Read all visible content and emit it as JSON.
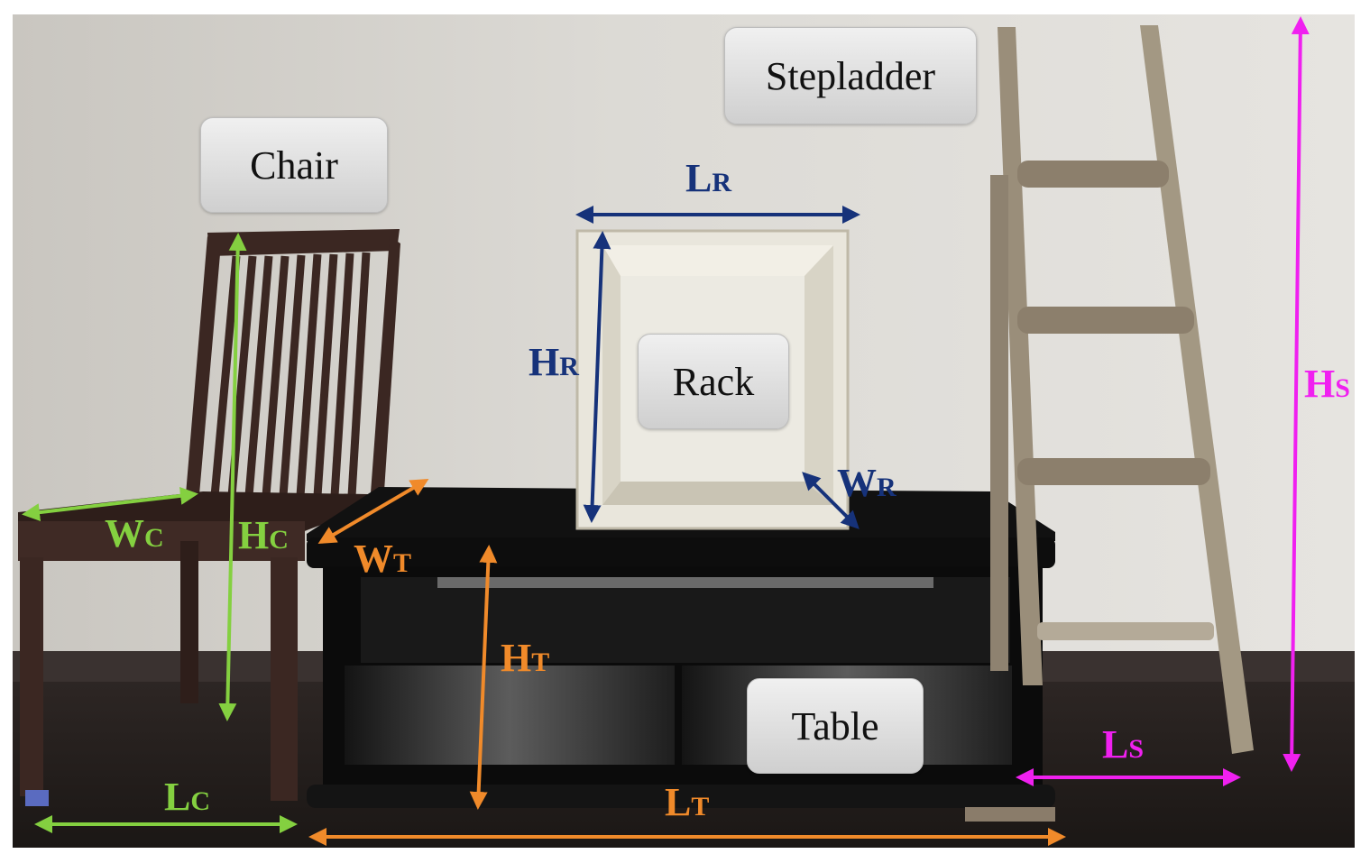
{
  "objects": {
    "chair": "Chair",
    "stepladder": "Stepladder",
    "rack": "Rack",
    "table": "Table"
  },
  "dimensions": {
    "chair": {
      "width": {
        "main": "W",
        "sub": "C"
      },
      "height": {
        "main": "H",
        "sub": "C"
      },
      "length": {
        "main": "L",
        "sub": "C"
      }
    },
    "table": {
      "width": {
        "main": "W",
        "sub": "T"
      },
      "height": {
        "main": "H",
        "sub": "T"
      },
      "length": {
        "main": "L",
        "sub": "T"
      }
    },
    "rack": {
      "width": {
        "main": "W",
        "sub": "R"
      },
      "height": {
        "main": "H",
        "sub": "R"
      },
      "length": {
        "main": "L",
        "sub": "R"
      }
    },
    "stepladder": {
      "height": {
        "main": "H",
        "sub": "S"
      },
      "length": {
        "main": "L",
        "sub": "S"
      }
    }
  },
  "colors": {
    "chair": "#84d040",
    "table": "#f08a2a",
    "rack": "#16327a",
    "stepladder": "#f020f0"
  }
}
